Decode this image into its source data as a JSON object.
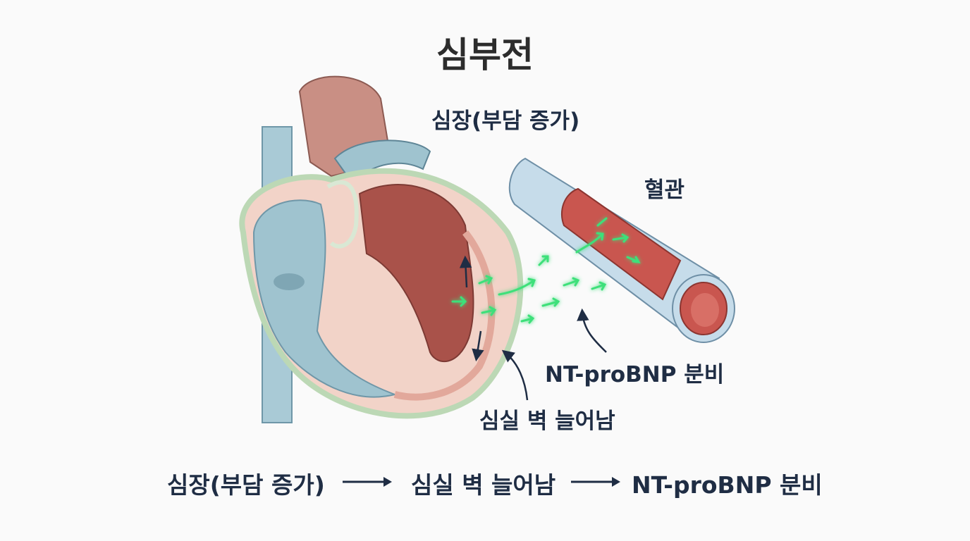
{
  "title": "심부전",
  "labels": {
    "heart": "심장(부담 증가)",
    "vessel": "혈관",
    "secretion": "NT-proBNP 분비",
    "ventricle_stretch": "심실 벽 늘어남"
  },
  "flow": {
    "steps": [
      "심장(부담 증가)",
      "심실 벽 늘어남",
      "NT-proBNP 분비"
    ]
  },
  "colors": {
    "text": "#1f2d44",
    "title": "#2c2c2c",
    "heart_muscle": "#a9524a",
    "heart_blue": "#9fc3cf",
    "heart_outline": "#bcd8b5",
    "vessel_outer": "#c6dcea",
    "vessel_inner": "#c9564f",
    "hormone_arrow": "#3ee07a"
  }
}
